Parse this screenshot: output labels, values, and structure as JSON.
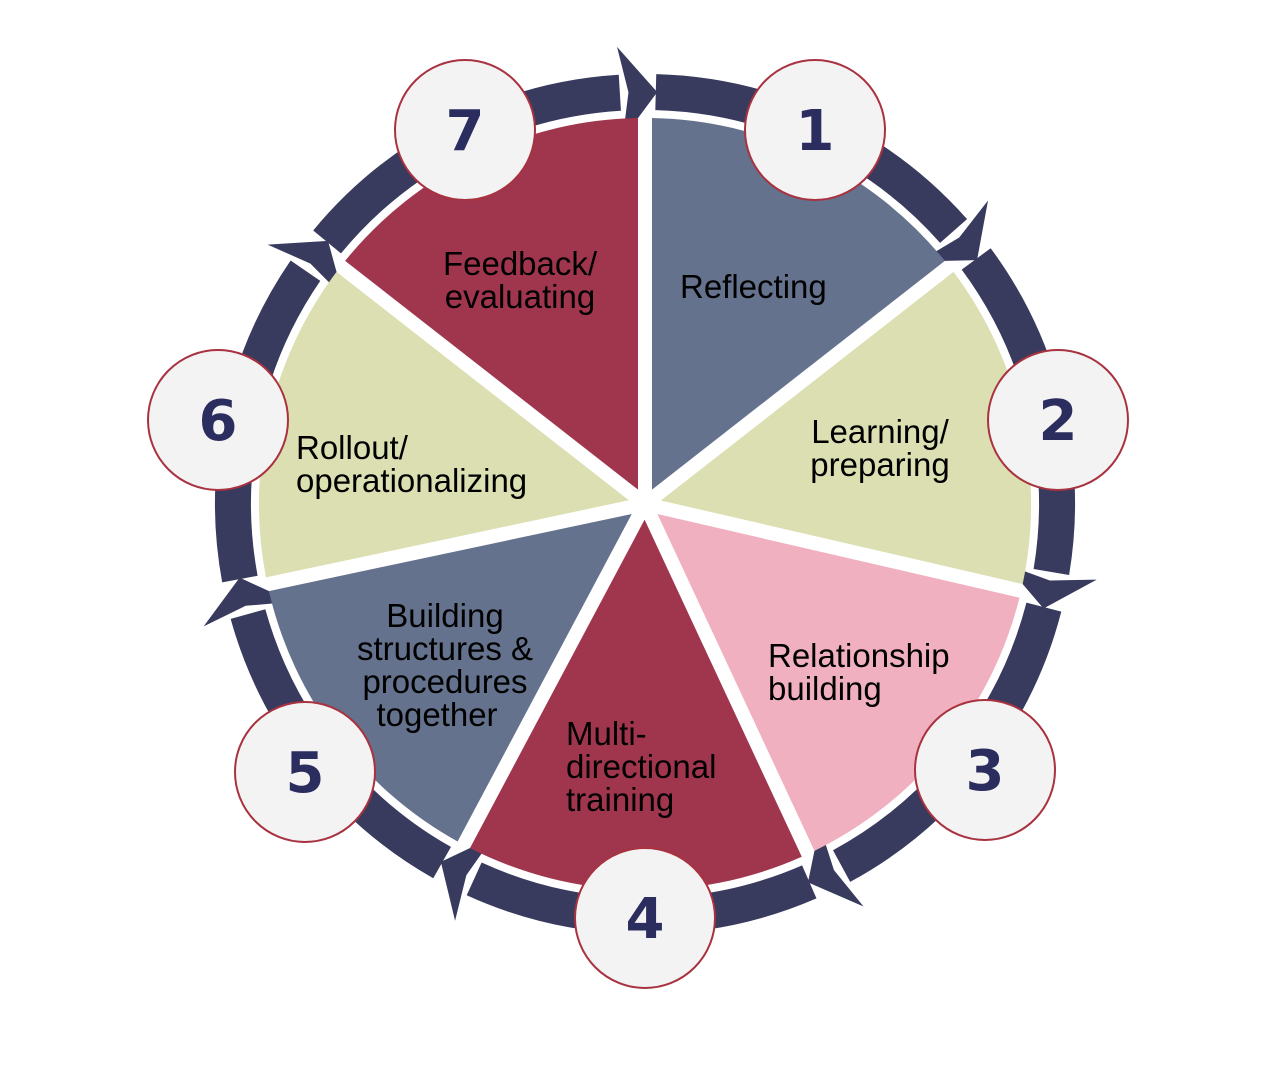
{
  "colors": {
    "ring": "#383a5e",
    "slate": "#64728d",
    "crimson": "#a0364e",
    "khaki": "#dcdfb2",
    "pink": "#f0b0c0",
    "badge_fill": "#f3f3f3",
    "badge_stroke": "#a8323f",
    "number": "#2b2d5e"
  },
  "steps": [
    {
      "number": "1",
      "label_lines": [
        "Reflecting"
      ],
      "color": "slate"
    },
    {
      "number": "2",
      "label_lines": [
        "Learning/",
        "preparing"
      ],
      "color": "khaki"
    },
    {
      "number": "3",
      "label_lines": [
        "Relationship",
        "building"
      ],
      "color": "pink"
    },
    {
      "number": "4",
      "label_lines": [
        "Multi-",
        "directional",
        "training"
      ],
      "color": "crimson"
    },
    {
      "number": "5",
      "label_lines": [
        "Building",
        "structures &",
        "procedures",
        "together"
      ],
      "color": "slate"
    },
    {
      "number": "6",
      "label_lines": [
        "Rollout/",
        "operationalizing"
      ],
      "color": "khaki"
    },
    {
      "number": "7",
      "label_lines": [
        "Feedback/",
        "evaluating"
      ],
      "color": "crimson"
    }
  ]
}
